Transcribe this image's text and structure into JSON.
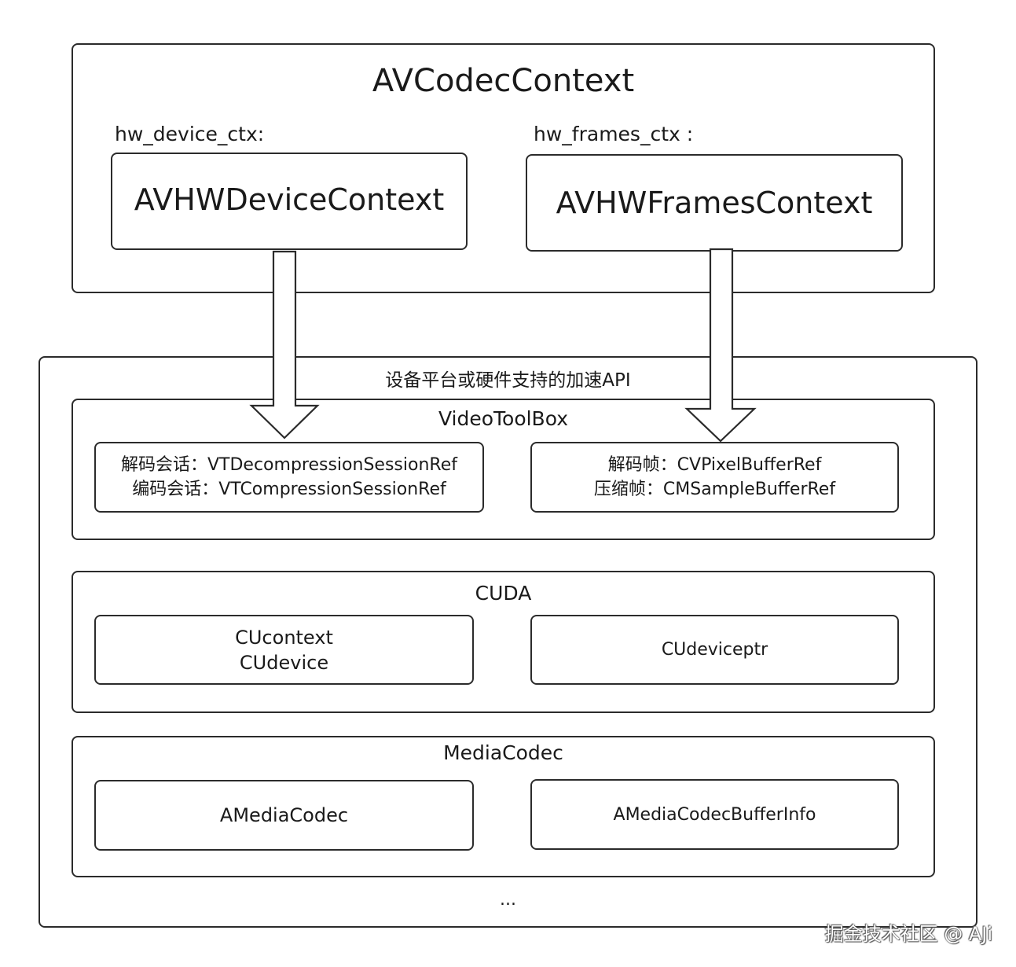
{
  "codec_context": {
    "title": "AVCodecContext",
    "device_field_label": "hw_device_ctx:",
    "frames_field_label": "hw_frames_ctx :",
    "device_box": "AVHWDeviceContext",
    "frames_box": "AVHWFramesContext"
  },
  "platform": {
    "title": "设备平台或硬件支持的加速API",
    "ellipsis": "...",
    "sections": [
      {
        "title": "VideoToolBox",
        "left_lines": [
          "解码会话：VTDecompressionSessionRef",
          "编码会话：VTCompressionSessionRef"
        ],
        "right_lines": [
          "解码帧：CVPixelBufferRef",
          "压缩帧：CMSampleBufferRef"
        ]
      },
      {
        "title": "CUDA",
        "left_lines": [
          "CUcontext",
          "CUdevice"
        ],
        "right_lines": [
          "CUdeviceptr"
        ]
      },
      {
        "title": "MediaCodec",
        "left_lines": [
          "AMediaCodec"
        ],
        "right_lines": [
          "AMediaCodecBufferInfo"
        ]
      }
    ]
  },
  "watermark": "掘金技术社区 @ AJi",
  "colors": {
    "stroke": "#2b2b2b",
    "background": "#ffffff"
  }
}
